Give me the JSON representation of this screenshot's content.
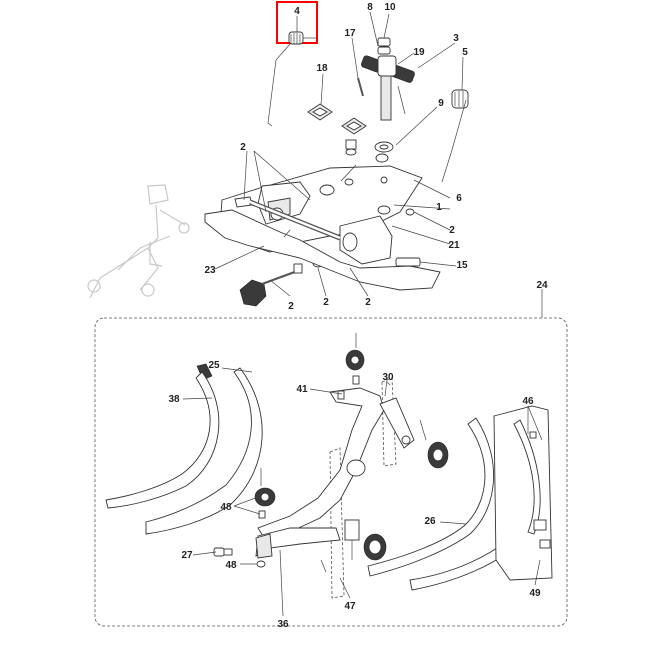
{
  "highlight": {
    "label": "4",
    "color": "#ff0000"
  },
  "callouts": [
    "4",
    "8",
    "10",
    "17",
    "19",
    "3",
    "5",
    "18",
    "9",
    "2",
    "6",
    "1",
    "2",
    "21",
    "15",
    "23",
    "2",
    "2",
    "2",
    "24",
    "30",
    "25",
    "41",
    "38",
    "46",
    "48",
    "26",
    "27",
    "48",
    "47",
    "36",
    "49"
  ]
}
